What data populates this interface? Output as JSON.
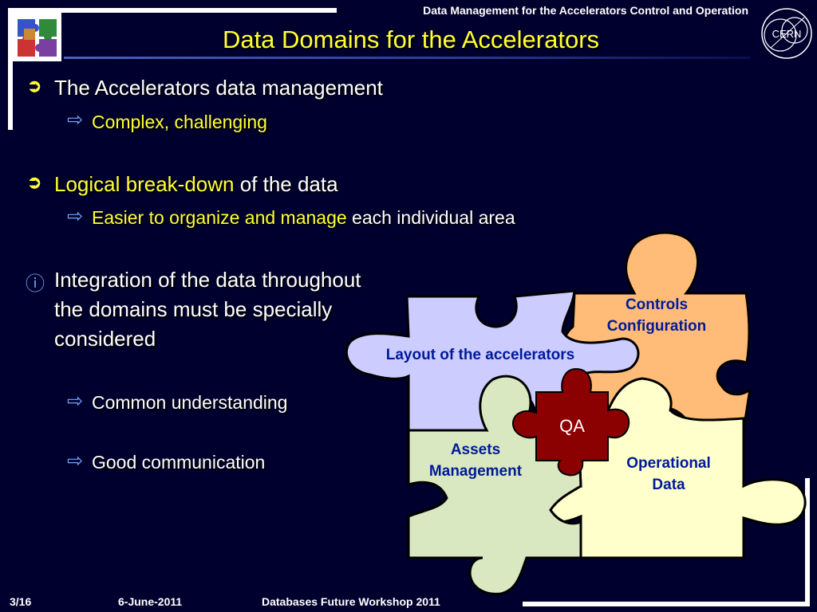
{
  "header": {
    "top_caption": "Data Management for the Accelerators Control and Operation",
    "title": "Data Domains for the Accelerators",
    "logo_icon": "puzzle-logo-icon",
    "org_logo_icon": "cern-logo-icon",
    "org_logo_text": "CERN"
  },
  "bullets": [
    {
      "marker": "➲",
      "text": "The Accelerators data management",
      "subs": [
        {
          "marker": "⇨",
          "highlight": "Complex, challenging",
          "rest": ""
        }
      ]
    },
    {
      "marker": "➲",
      "highlight": "Logical break-down",
      "text": " of the data",
      "subs": [
        {
          "marker": "⇨",
          "highlight": "Easier to organize and manage",
          "rest": " each individual area"
        }
      ]
    },
    {
      "marker": "ⓘ",
      "lines": [
        "Integration of the data throughout",
        "the domains must be specially",
        "considered"
      ],
      "subs": [
        {
          "marker": "⇨",
          "text": "Common understanding"
        },
        {
          "marker": "⇨",
          "text": "Good communication"
        }
      ]
    }
  ],
  "puzzle": {
    "layout": {
      "label": "Layout of the accelerators",
      "color": "#ccccff"
    },
    "controls": {
      "line1": "Controls",
      "line2": "Configuration",
      "color": "#ffbb77"
    },
    "assets": {
      "line1": "Assets",
      "line2": "Management",
      "color": "#d9e8c0"
    },
    "operational": {
      "line1": "Operational",
      "line2": "Data",
      "color": "#ffffcc"
    },
    "qa": {
      "label": "QA",
      "color": "#8b0000"
    }
  },
  "footer": {
    "page": "3/16",
    "date": "6-June-2011",
    "event": "Databases Future Workshop 2011"
  },
  "colors": {
    "background": "#00002e",
    "title": "#ffff33",
    "highlight": "#ffff33",
    "text": "#ffffff"
  }
}
